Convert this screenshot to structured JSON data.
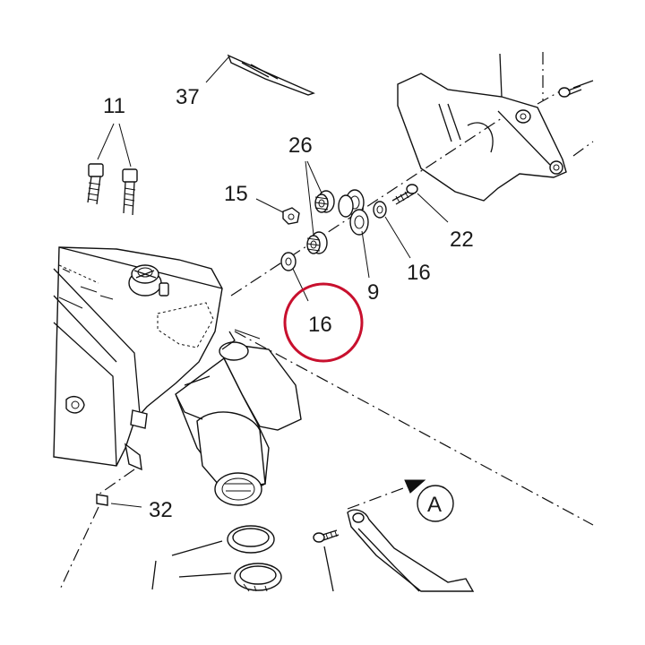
{
  "labels": {
    "l37": "37",
    "l11": "11",
    "l26": "26",
    "l15": "15",
    "l22": "22",
    "l9": "9",
    "l16a": "16",
    "l16b": "16",
    "l32": "32",
    "view_a": "A"
  },
  "highlight": {
    "color": "#c8102e",
    "label": "16"
  }
}
